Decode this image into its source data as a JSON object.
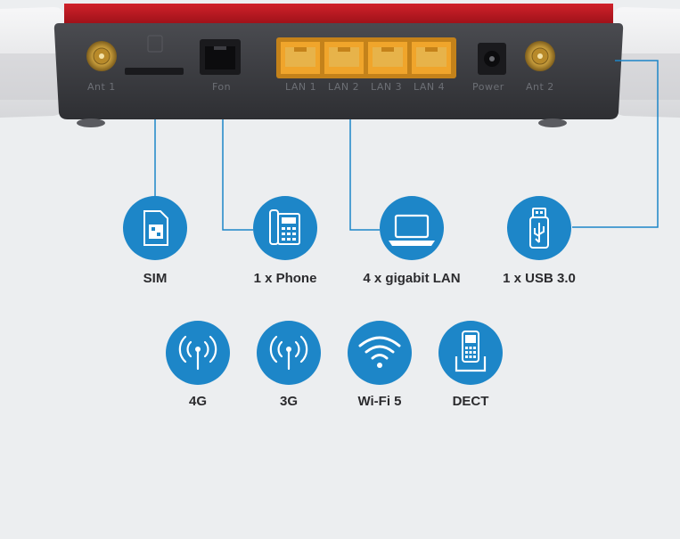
{
  "device": {
    "ports": [
      "Ant 1",
      "Fon",
      "LAN 1",
      "LAN 2",
      "LAN 3",
      "LAN 4",
      "Power",
      "Ant 2"
    ]
  },
  "features_row1": [
    {
      "label": "SIM",
      "icon": "sim-card-icon"
    },
    {
      "label": "1 x Phone",
      "icon": "desk-phone-icon"
    },
    {
      "label": "4 x gigabit LAN",
      "icon": "laptop-icon"
    },
    {
      "label": "1 x USB 3.0",
      "icon": "usb-stick-icon"
    }
  ],
  "features_row2": [
    {
      "label": "4G",
      "icon": "antenna-signal-icon"
    },
    {
      "label": "3G",
      "icon": "antenna-signal-icon"
    },
    {
      "label": "Wi-Fi 5",
      "icon": "wifi-icon"
    },
    {
      "label": "DECT",
      "icon": "cordless-phone-icon"
    }
  ],
  "colors": {
    "background": "#eceef0",
    "accent_blue": "#1d86c8",
    "device_red": "#b8111b",
    "device_dark": "#3a3b3f",
    "lan_yellow": "#f0a52b"
  }
}
